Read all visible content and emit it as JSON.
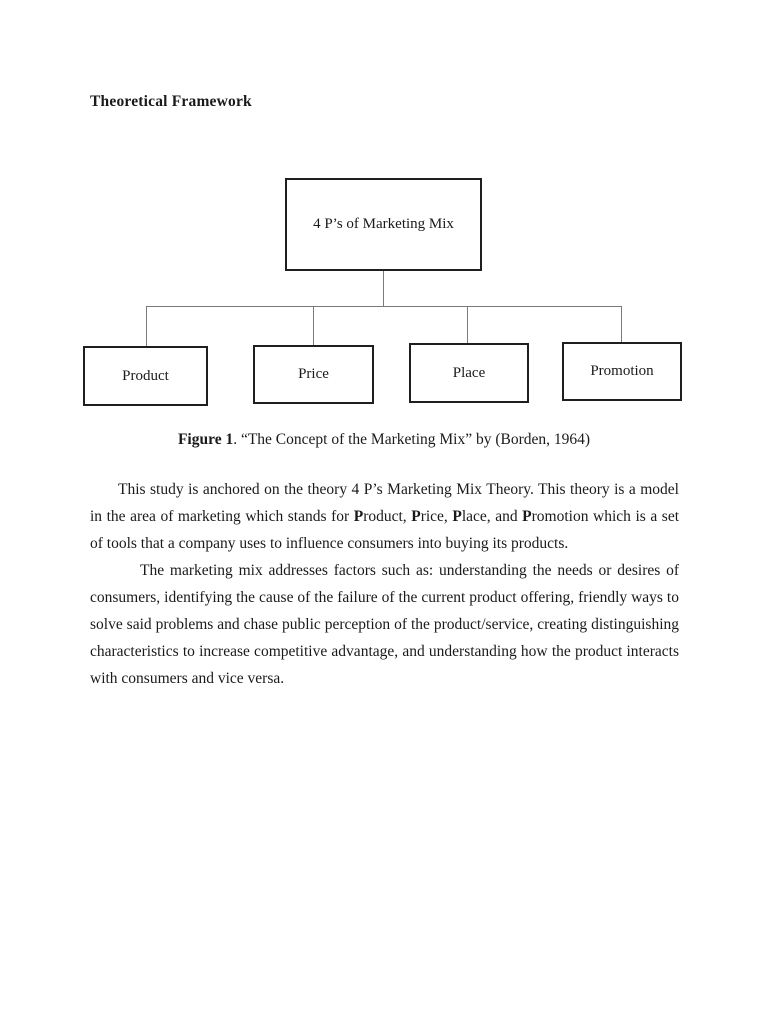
{
  "page": {
    "background": "#ffffff"
  },
  "colors": {
    "text": "#1a1a1a",
    "box_border": "#1f1f1f",
    "connector_line": "#7a7a7a"
  },
  "heading": "Theoretical Framework",
  "diagram": {
    "root_label": "4 P’s of Marketing Mix",
    "children": [
      "Product",
      "Price",
      "Place",
      "Promotion"
    ]
  },
  "caption": {
    "segments": [
      {
        "t": "Figure 1",
        "b": true
      },
      {
        "t": ". “The Concept of the Marketing Mix” by (Borden, 1964)",
        "b": false
      }
    ]
  },
  "body": {
    "paragraphs": [
      {
        "segments": [
          {
            "t": "This study is anchored on the theory 4 P’s Marketing Mix Theory. This theory is a model in the area of marketing which stands for ",
            "b": false
          },
          {
            "t": "P",
            "b": true
          },
          {
            "t": "roduct, ",
            "b": false
          },
          {
            "t": "P",
            "b": true
          },
          {
            "t": "rice, ",
            "b": false
          },
          {
            "t": "P",
            "b": true
          },
          {
            "t": "lace, and ",
            "b": false
          },
          {
            "t": "P",
            "b": true
          },
          {
            "t": "romotion which is a set of tools that a company uses to influence consumers into buying its products.",
            "b": false
          }
        ]
      },
      {
        "segments": [
          {
            "t": "The marketing mix addresses factors such as: understanding the needs or desires of consumers, identifying the cause of the failure of the current product offering, friendly ways to solve said problems and chase public perception of the product/service, creating distinguishing characteristics to increase competitive advantage, and understanding how the product interacts with consumers and vice versa.",
            "b": false
          }
        ]
      }
    ]
  }
}
